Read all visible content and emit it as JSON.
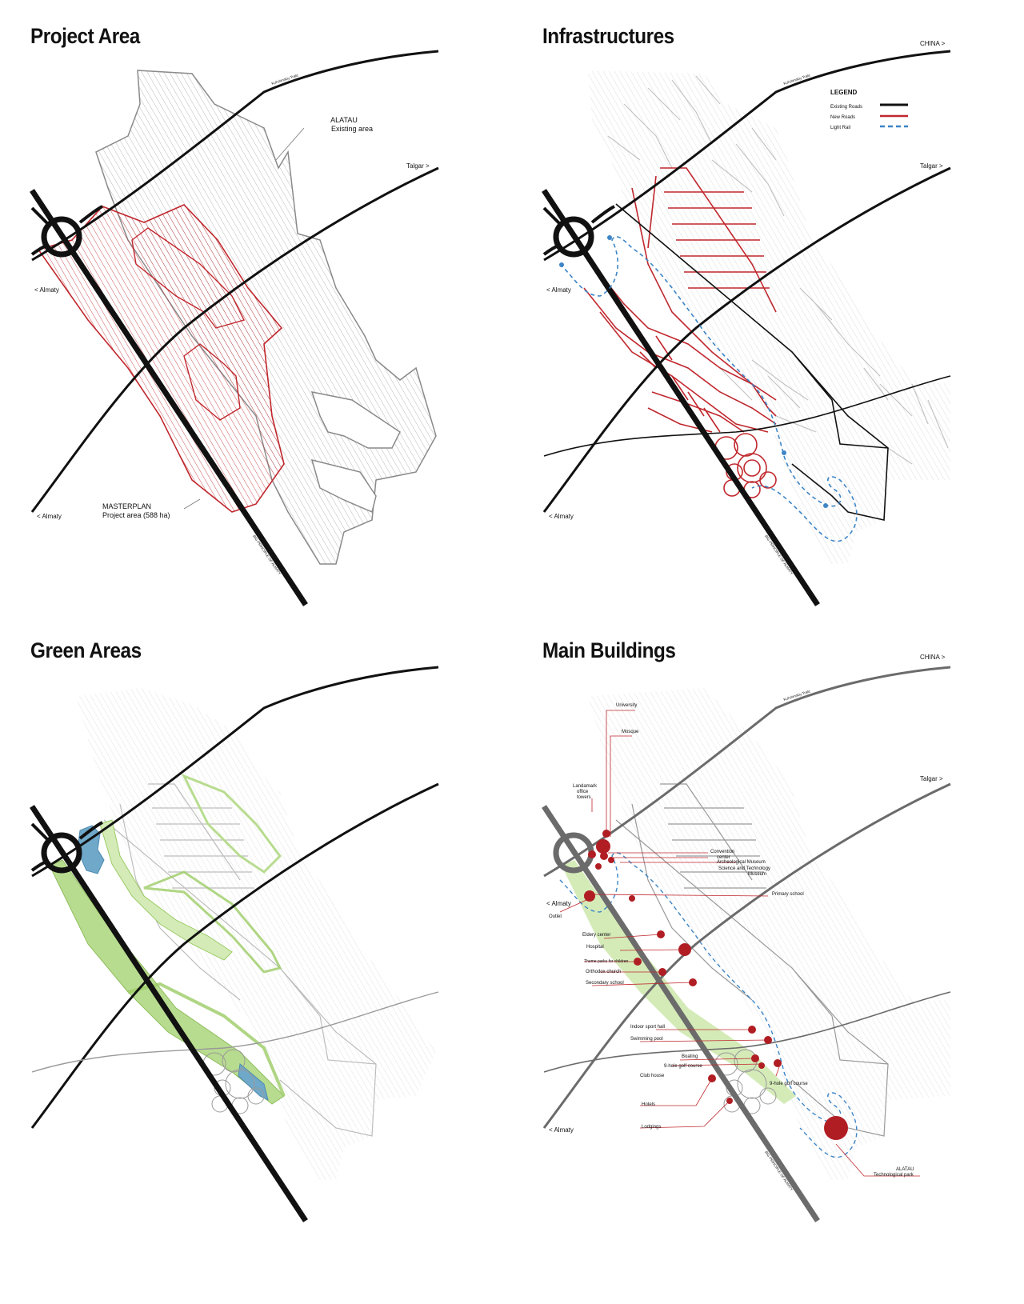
{
  "panels": {
    "project": {
      "title": "Project Area",
      "labels": {
        "alatau": "ALATAU",
        "existing": "Existing area",
        "talgar": "Talgar  >",
        "almaty_upper": "< Almaty",
        "almaty_lower": "< Almaty",
        "masterplan": "MASTERPLAN",
        "project_area": "Project area (588 ha)",
        "road_upper": "Kul'zhinskiy Trakt",
        "road_diag": "BIG PRINCIPLE OF ALMATY"
      }
    },
    "infra": {
      "title": "Infrastructures",
      "labels": {
        "china": "CHINA  >",
        "talgar": "Talgar  >",
        "almaty_upper": "< Almaty",
        "almaty_lower": "< Almaty",
        "road_upper": "Kul'zhinskiy Trakt",
        "road_diag": "BIG PRINCIPLE OF ALMATY"
      },
      "legend": {
        "title": "LEGEND",
        "items": [
          {
            "label": "Existing Roads",
            "color": "#111111",
            "style": "solid"
          },
          {
            "label": "New Roads",
            "color": "#c0272d",
            "style": "solid"
          },
          {
            "label": "Light Rail",
            "color": "#3d85c6",
            "style": "dashed"
          }
        ]
      }
    },
    "green": {
      "title": "Green Areas"
    },
    "buildings": {
      "title": "Main Buildings",
      "labels": {
        "china": "CHINA  >",
        "talgar": "Talgar  >",
        "almaty_upper": "< Almaty",
        "almaty_lower": "< Almaty",
        "road_upper": "Kul'zhinskiy Trakt",
        "road_diag": "BIG PRINCIPLE OF ALMATY"
      },
      "annotations": {
        "university": "University",
        "mosque": "Mosque",
        "landmark1": "Landamark",
        "landmark2": "office",
        "landmark3": "towers",
        "convention1": "Convention",
        "convention2": "center",
        "archaeological": "Archeological Museum",
        "science1": "Science and Technology",
        "science2": "Museum",
        "primary": "Primary school",
        "outlet": "Outlet",
        "elderly": "Eldery center",
        "hospital": "Hospital",
        "theme": "Theme parks for children",
        "orthodox": "Orthodox church",
        "secondary": "Secondary school",
        "indoor": "Indoor sport hall",
        "swimming": "Swimming pool",
        "boating": "Boating",
        "golf9": "9-hole golf course",
        "clubhouse": "Club house",
        "golf9b": "9-hole golf course",
        "hotels": "Hotels",
        "lodgings": "Lodgings",
        "alatau1": "ALATAU",
        "alatau2": "Technological park"
      }
    }
  },
  "colors": {
    "red": "#c0272d",
    "blue": "#3d85c6",
    "green": "#9ccc65",
    "water": "#6fa8c8",
    "hatch": "#9a9a9a"
  }
}
